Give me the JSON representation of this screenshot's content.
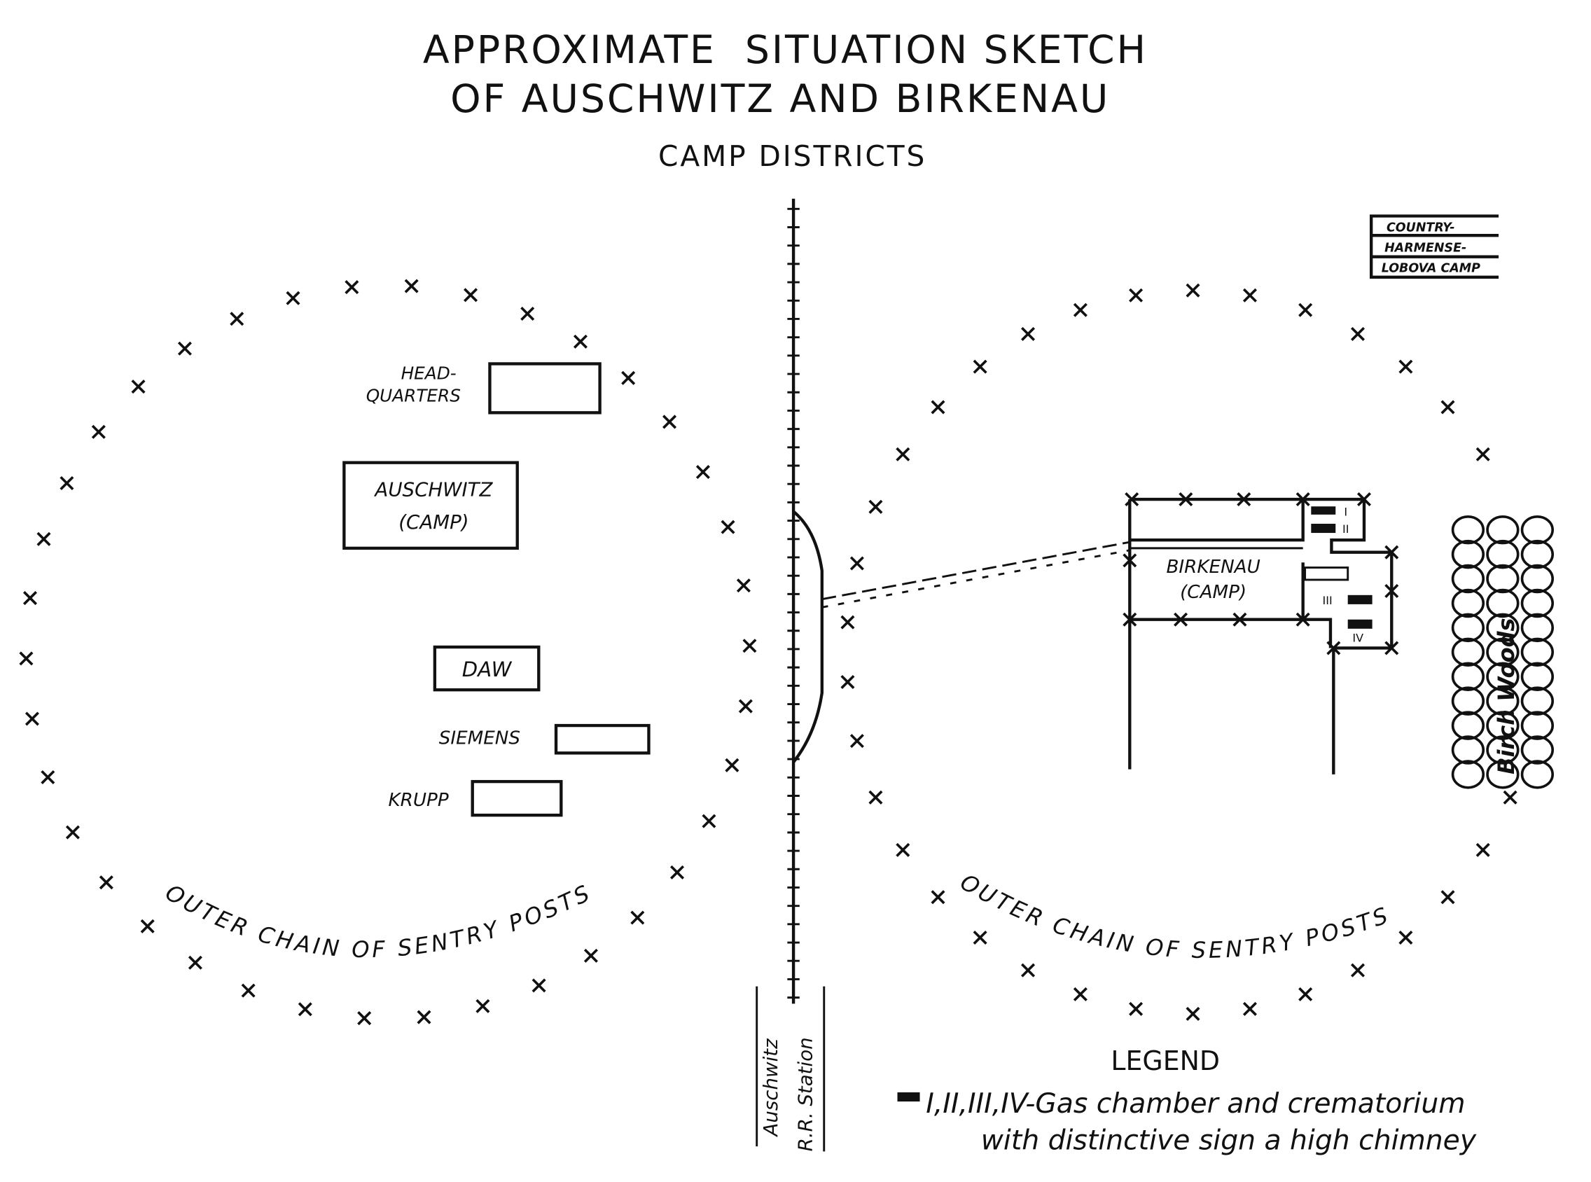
{
  "title": {
    "line1": "APPROXIMATE  SITUATION SKETCH",
    "line2": "OF AUSCHWITZ AND BIRKENAU",
    "subtitle": "CAMP DISTRICTS"
  },
  "auschwitz_side": {
    "headquarters": [
      "HEAD-",
      "QUARTERS"
    ],
    "camp": [
      "AUSCHWITZ",
      "(CAMP)"
    ],
    "daw": "DAW",
    "siemens": "SIEMENS",
    "krupp": "KRUPP",
    "sentry_label": "OUTER CHAIN OF SENTRY POSTS"
  },
  "station": [
    "Auschwitz",
    "R.R. Station"
  ],
  "birkenau_side": {
    "camp": [
      "BIRKENAU",
      "(CAMP)"
    ],
    "woods": "Birch Woods",
    "other_camp": [
      "COUNTRY-",
      "HARMENSE-",
      "LOBOVA CAMP"
    ],
    "crematoria": [
      "I",
      "II",
      "III",
      "IV"
    ],
    "sentry_label": "OUTER CHAIN OF SENTRY POSTS"
  },
  "legend": {
    "title": "LEGEND",
    "line1": "I,II,III,IV-Gas chamber and crematorium",
    "line2": "with distinctive sign a high chimney"
  },
  "colors": {
    "ink": "#111111",
    "paper": "#ffffff"
  }
}
